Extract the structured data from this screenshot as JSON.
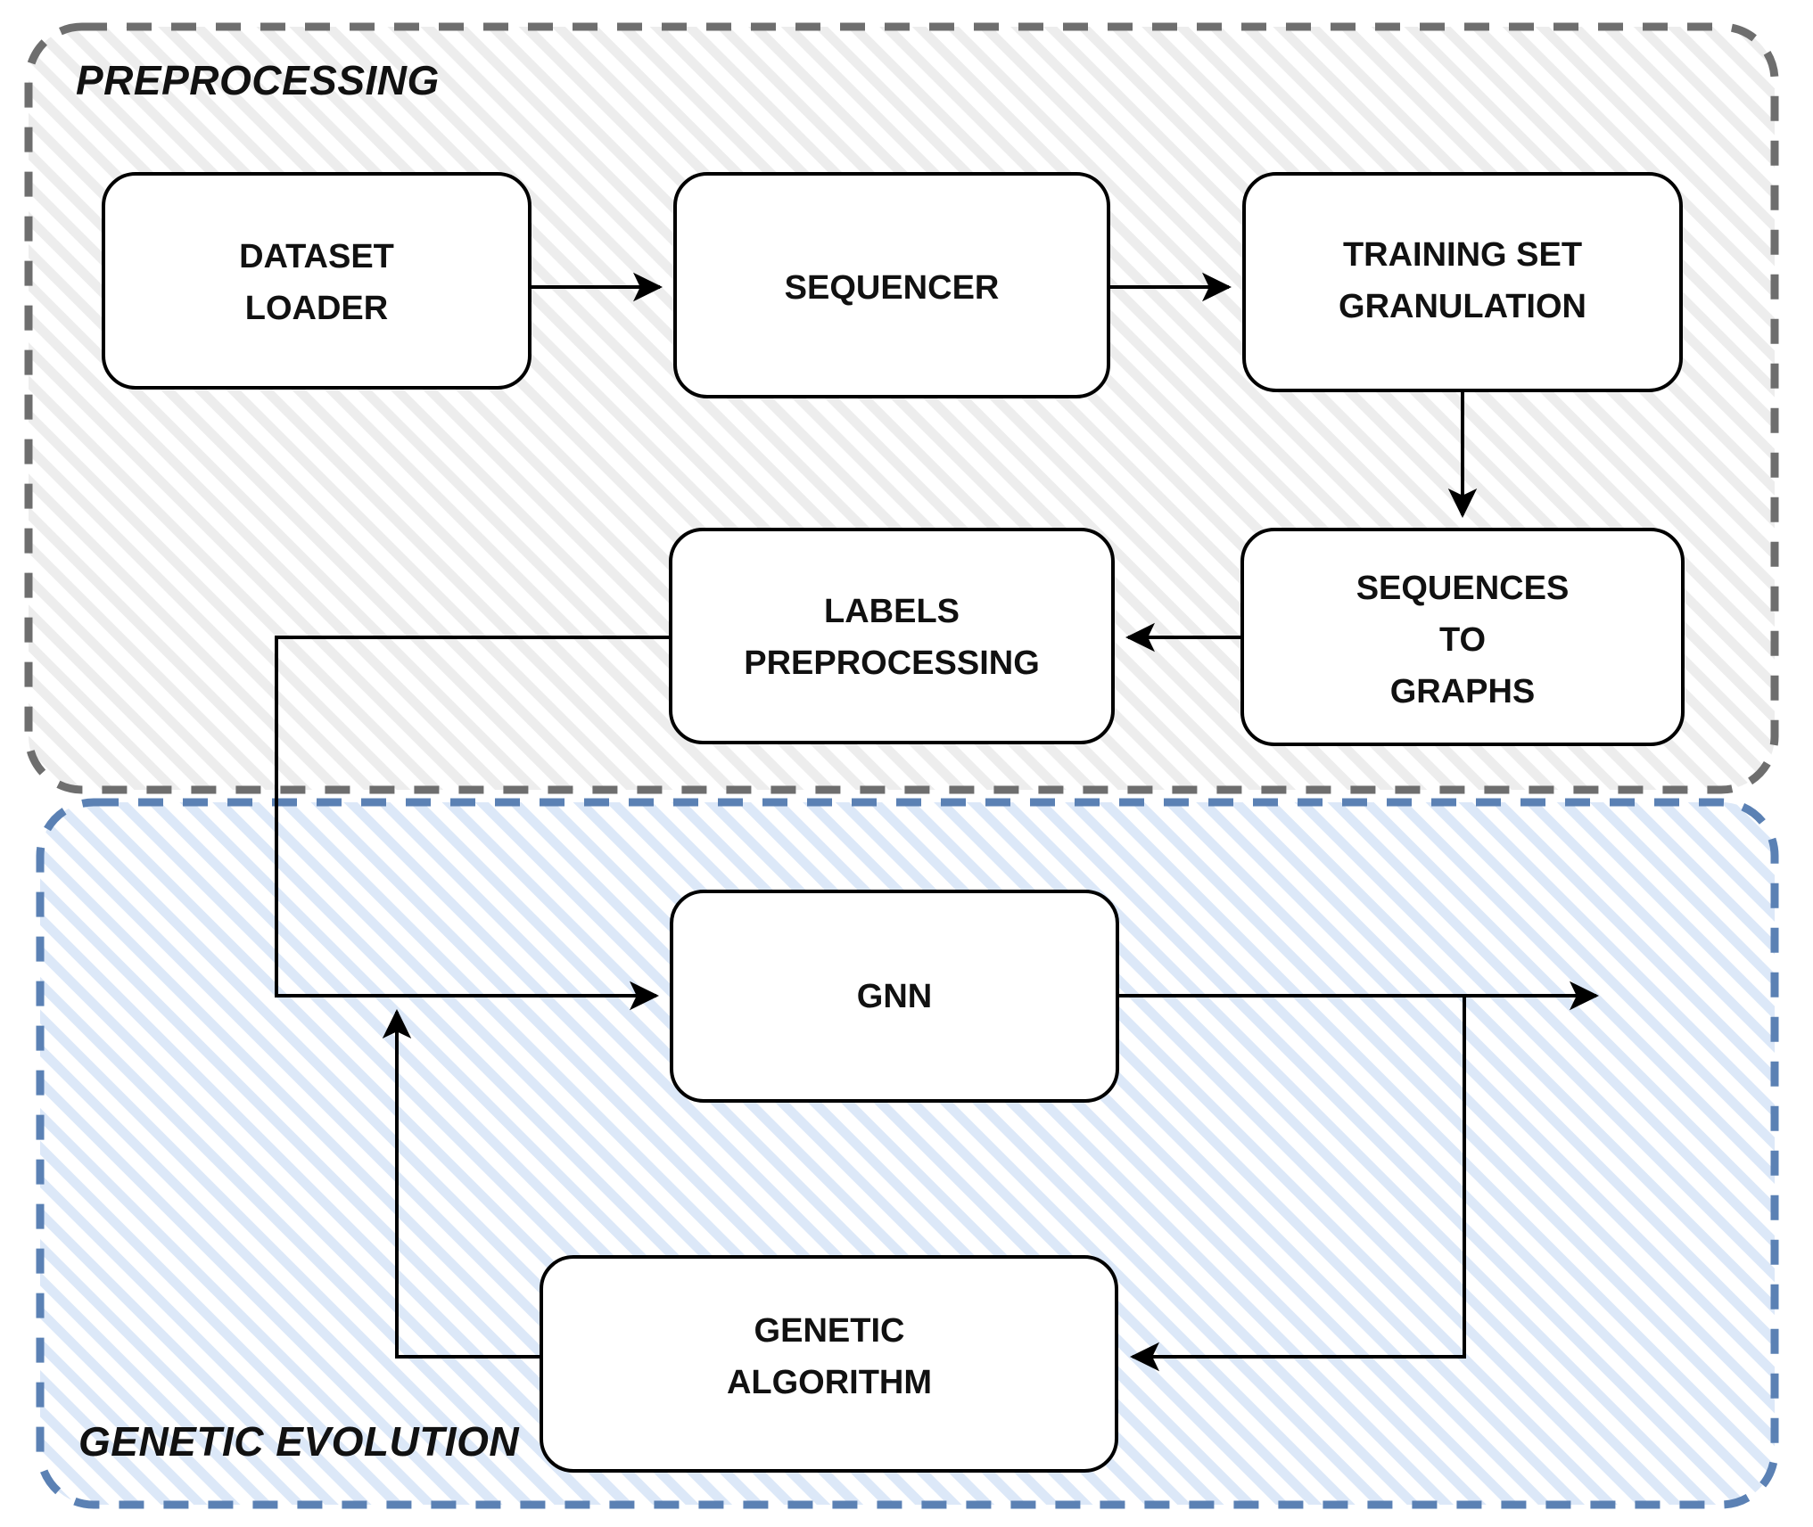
{
  "diagram": {
    "title": "Pipeline architecture block diagram",
    "panels": [
      {
        "id": "preprocessing",
        "label": "PREPROCESSING",
        "border_color": "#6e6e6e",
        "border_style": "dashed",
        "hatch_color": "#e8e8e8"
      },
      {
        "id": "genetic-evolution",
        "label": "GENETIC EVOLUTION",
        "border_color": "#5b81b4",
        "border_style": "dashed",
        "hatch_color": "#d6e3f5"
      }
    ],
    "nodes": [
      {
        "id": "dataset-loader",
        "panel": "preprocessing",
        "lines": [
          "DATASET",
          "LOADER"
        ]
      },
      {
        "id": "sequencer",
        "panel": "preprocessing",
        "lines": [
          "SEQUENCER"
        ]
      },
      {
        "id": "training-set-granulation",
        "panel": "preprocessing",
        "lines": [
          "TRAINING SET",
          "GRANULATION"
        ]
      },
      {
        "id": "sequences-to-graphs",
        "panel": "preprocessing",
        "lines": [
          "SEQUENCES",
          "TO",
          "GRAPHS"
        ]
      },
      {
        "id": "labels-preprocessing",
        "panel": "preprocessing",
        "lines": [
          "LABELS",
          "PREPROCESSING"
        ]
      },
      {
        "id": "gnn",
        "panel": "genetic-evolution",
        "lines": [
          "GNN"
        ]
      },
      {
        "id": "genetic-algorithm",
        "panel": "genetic-evolution",
        "lines": [
          "GENETIC",
          "ALGORITHM"
        ]
      }
    ],
    "edges": [
      {
        "id": "edge-dataset-loader-to-sequencer",
        "from": "dataset-loader",
        "to": "sequencer"
      },
      {
        "id": "edge-sequencer-to-training-set-granulation",
        "from": "sequencer",
        "to": "training-set-granulation"
      },
      {
        "id": "edge-training-set-granulation-to-sequences-to-graphs",
        "from": "training-set-granulation",
        "to": "sequences-to-graphs"
      },
      {
        "id": "edge-sequences-to-graphs-to-labels-preprocessing",
        "from": "sequences-to-graphs",
        "to": "labels-preprocessing"
      },
      {
        "id": "edge-labels-preprocessing-to-gnn",
        "from": "labels-preprocessing",
        "to": "gnn"
      },
      {
        "id": "edge-gnn-to-output",
        "from": "gnn",
        "to": "output"
      },
      {
        "id": "edge-gnn-to-genetic-algorithm",
        "from": "gnn",
        "to": "genetic-algorithm"
      },
      {
        "id": "edge-genetic-algorithm-to-gnn",
        "from": "genetic-algorithm",
        "to": "gnn"
      }
    ]
  }
}
